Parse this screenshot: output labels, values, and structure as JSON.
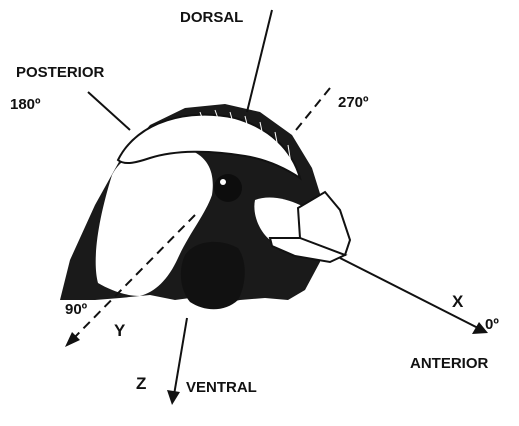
{
  "labels": {
    "dorsal": "DORSAL",
    "posterior": "POSTERIOR",
    "deg180": "180º",
    "deg270": "270º",
    "deg90": "90º",
    "y_axis": "Y",
    "x_axis": "X",
    "deg0": "0º",
    "anterior": "ANTERIOR",
    "z_axis": "Z",
    "ventral": "VENTRAL"
  },
  "colors": {
    "ink": "#111111",
    "paper": "#ffffff"
  }
}
